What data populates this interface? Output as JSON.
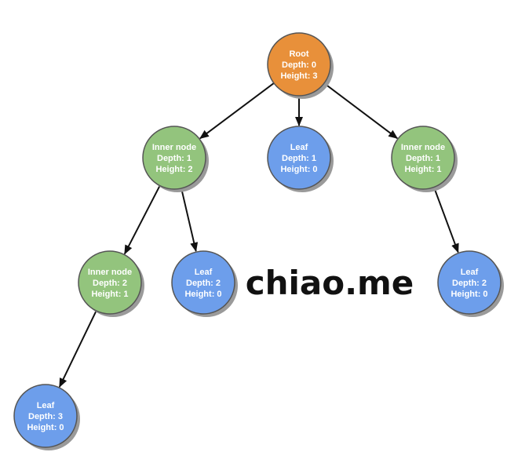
{
  "colors": {
    "root": "#E8903A",
    "inner": "#93C47D",
    "leaf": "#6D9EEB",
    "edge": "#111111",
    "node_stroke": "#555555",
    "shadow": "#9A9A9A"
  },
  "watermark": "chiao.me",
  "nodes": [
    {
      "id": "root",
      "kind": "root",
      "lines": [
        "Root",
        "Depth: 0",
        "Height: 3"
      ]
    },
    {
      "id": "n1",
      "kind": "inner",
      "lines": [
        "Inner node",
        "Depth: 1",
        "Height: 2"
      ]
    },
    {
      "id": "n2",
      "kind": "leaf",
      "lines": [
        "Leaf",
        "Depth: 1",
        "Height: 0"
      ]
    },
    {
      "id": "n3",
      "kind": "inner",
      "lines": [
        "Inner node",
        "Depth: 1",
        "Height: 1"
      ]
    },
    {
      "id": "n4",
      "kind": "inner",
      "lines": [
        "Inner node",
        "Depth: 2",
        "Height: 1"
      ]
    },
    {
      "id": "n5",
      "kind": "leaf",
      "lines": [
        "Leaf",
        "Depth: 2",
        "Height: 0"
      ]
    },
    {
      "id": "n6",
      "kind": "leaf",
      "lines": [
        "Leaf",
        "Depth: 2",
        "Height: 0"
      ]
    },
    {
      "id": "n7",
      "kind": "leaf",
      "lines": [
        "Leaf",
        "Depth: 3",
        "Height: 0"
      ]
    }
  ],
  "edges": [
    [
      "root",
      "n1"
    ],
    [
      "root",
      "n2"
    ],
    [
      "root",
      "n3"
    ],
    [
      "n1",
      "n4"
    ],
    [
      "n1",
      "n5"
    ],
    [
      "n3",
      "n6"
    ],
    [
      "n4",
      "n7"
    ]
  ]
}
